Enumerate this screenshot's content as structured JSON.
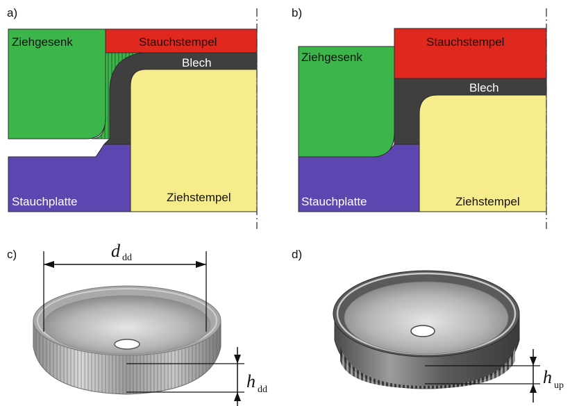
{
  "panels": {
    "a": "a)",
    "b": "b)",
    "c": "c)",
    "d": "d)"
  },
  "parts": {
    "ziehgesenk": "Ziehgesenk",
    "stauchstempel": "Stauchstempel",
    "blech": "Blech",
    "stauchplatte": "Stauchplatte",
    "ziehstempel": "Ziehstempel"
  },
  "dims": {
    "d_symbol": "d",
    "d_sub": "dd",
    "h_symbol": "h",
    "hdd_sub": "dd",
    "hup_sub": "up"
  },
  "colors": {
    "ziehgesenk": "#3cb64a",
    "stauchstempel": "#e1281e",
    "blech": "#3f3f3f",
    "stauchplatte": "#5e46b0",
    "ziehstempel": "#f6ec8c"
  }
}
